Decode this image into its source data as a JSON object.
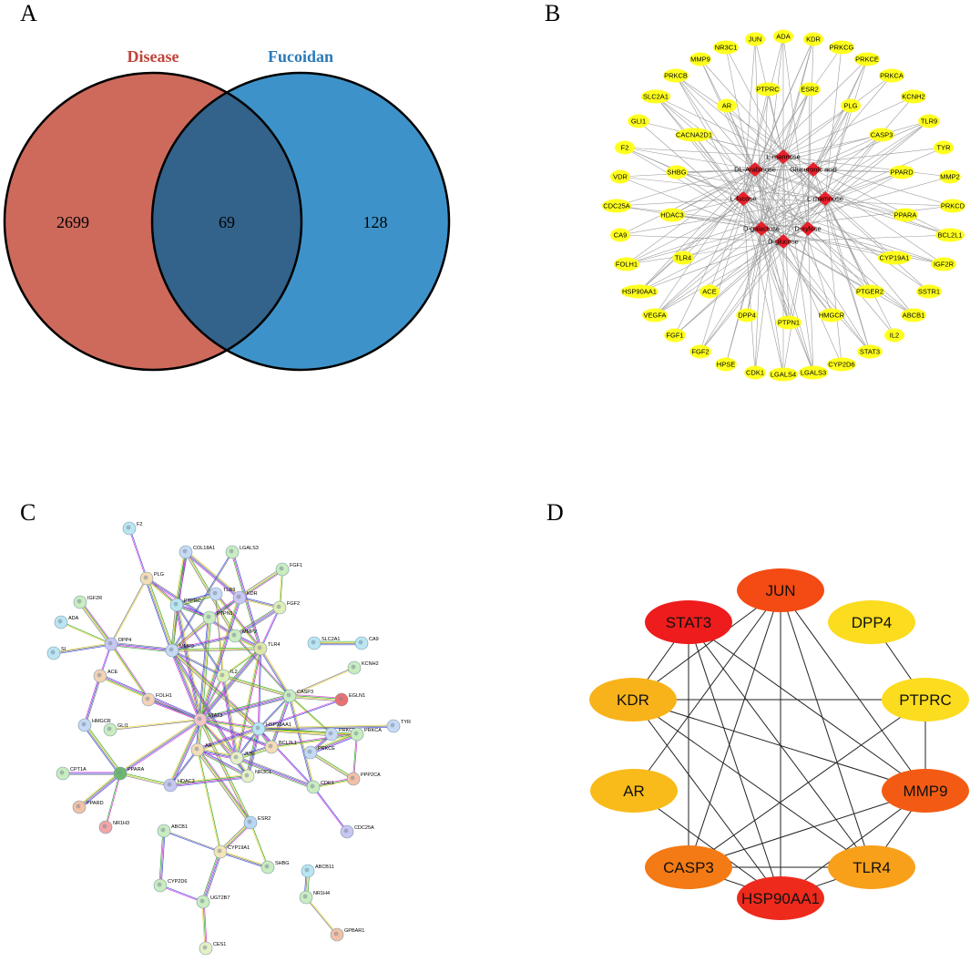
{
  "panels": {
    "A": "A",
    "B": "B",
    "C": "C",
    "D": "D"
  },
  "venn": {
    "left_label": "Disease",
    "right_label": "Fucoidan",
    "left_only": "2699",
    "overlap": "69",
    "right_only": "128",
    "left_color": "#cd6a5c",
    "right_color": "#3d93c9",
    "overlap_color": "#33628a",
    "left_label_color": "#c0453a",
    "right_label_color": "#2a7ab8"
  },
  "compound_target_network": {
    "compounds": [
      "L-mannose",
      "DL-Arabinose",
      "Glucuronic acid",
      "L-fucose",
      "L-rhamnose",
      "D-galactose",
      "D-xylose",
      "D-glucose"
    ],
    "targets": [
      "NR3C1",
      "JUN",
      "ADA",
      "KDR",
      "PRKCG",
      "MMP9",
      "PRKCE",
      "PRKCB",
      "PRKCA",
      "PTPRC",
      "ESR2",
      "SLC2A1",
      "KCNH2",
      "AR",
      "PLG",
      "TLR9",
      "GLI1",
      "CACNA2D1",
      "CASP3",
      "F2",
      "TYR",
      "VDR",
      "SHBG",
      "PPARD",
      "MMP2",
      "PRKCD",
      "CDC25A",
      "HDAC3",
      "PPARA",
      "CA9",
      "BCL2L1",
      "FOLH1",
      "TLR4",
      "CYP19A1",
      "IGF2R",
      "HSP90AA1",
      "SSTR1",
      "ACE",
      "PTGER2",
      "VEGFA",
      "DPP4",
      "HMGCR",
      "ABCB1",
      "PTPN1",
      "IL2",
      "FGF1",
      "FGF2",
      "STAT3",
      "HPSE",
      "CDK1",
      "LGALS4",
      "LGALS3",
      "CYP2D6"
    ],
    "compound_color": "#e8202a",
    "target_color": "#ffff1e"
  },
  "ppi_network": {
    "proteins": [
      "F2",
      "COL18A1",
      "LGALS3",
      "FGF1",
      "PLG",
      "TLR9",
      "KDR",
      "IGF2R",
      "PTPRC",
      "FGF2",
      "ADA",
      "DPP4",
      "PTPN1",
      "MMP2",
      "SLC2A1",
      "CA9",
      "SI",
      "MMP9",
      "TLR4",
      "KCNH2",
      "ACE",
      "IL2",
      "CASP3",
      "EGLN1",
      "FOLH1",
      "HMGCR",
      "STAT3",
      "HSP90AA1",
      "TYR",
      "GLI1",
      "BCL2L1",
      "PRKCB",
      "PRKCA",
      "AR",
      "JUN",
      "PRKCE",
      "PPARA",
      "PPP2CA",
      "CPT1A",
      "HDAC3",
      "NR3C1",
      "CDK1",
      "PPARD",
      "NR1H3",
      "ABCB1",
      "ESR2",
      "CDC25A",
      "CYP19A1",
      "SHBG",
      "ABCB11",
      "CYP2D6",
      "NR1H4",
      "UGT2B7",
      "GPBAR1",
      "CES1"
    ]
  },
  "hub_network": {
    "genes": [
      "JUN",
      "STAT3",
      "DPP4",
      "KDR",
      "PTPRC",
      "AR",
      "MMP9",
      "CASP3",
      "TLR4",
      "HSP90AA1"
    ],
    "colors": {
      "JUN": "#f44a14",
      "STAT3": "#ee1c1c",
      "DPP4": "#fbdc1e",
      "KDR": "#f8b31a",
      "PTPRC": "#fbdc1e",
      "AR": "#f9bb1a",
      "MMP9": "#f35b14",
      "CASP3": "#f37a14",
      "TLR4": "#f8a01a",
      "HSP90AA1": "#ee2a1c"
    },
    "edges": [
      [
        "JUN",
        "KDR"
      ],
      [
        "JUN",
        "AR"
      ],
      [
        "JUN",
        "CASP3"
      ],
      [
        "JUN",
        "HSP90AA1"
      ],
      [
        "JUN",
        "TLR4"
      ],
      [
        "JUN",
        "MMP9"
      ],
      [
        "STAT3",
        "KDR"
      ],
      [
        "STAT3",
        "CASP3"
      ],
      [
        "STAT3",
        "HSP90AA1"
      ],
      [
        "STAT3",
        "TLR4"
      ],
      [
        "STAT3",
        "MMP9"
      ],
      [
        "DPP4",
        "PTPRC"
      ],
      [
        "KDR",
        "PTPRC"
      ],
      [
        "KDR",
        "MMP9"
      ],
      [
        "KDR",
        "HSP90AA1"
      ],
      [
        "KDR",
        "TLR4"
      ],
      [
        "PTPRC",
        "MMP9"
      ],
      [
        "PTPRC",
        "CASP3"
      ],
      [
        "AR",
        "HSP90AA1"
      ],
      [
        "MMP9",
        "CASP3"
      ],
      [
        "MMP9",
        "HSP90AA1"
      ],
      [
        "MMP9",
        "TLR4"
      ],
      [
        "CASP3",
        "HSP90AA1"
      ],
      [
        "CASP3",
        "TLR4"
      ],
      [
        "TLR4",
        "HSP90AA1"
      ]
    ]
  }
}
